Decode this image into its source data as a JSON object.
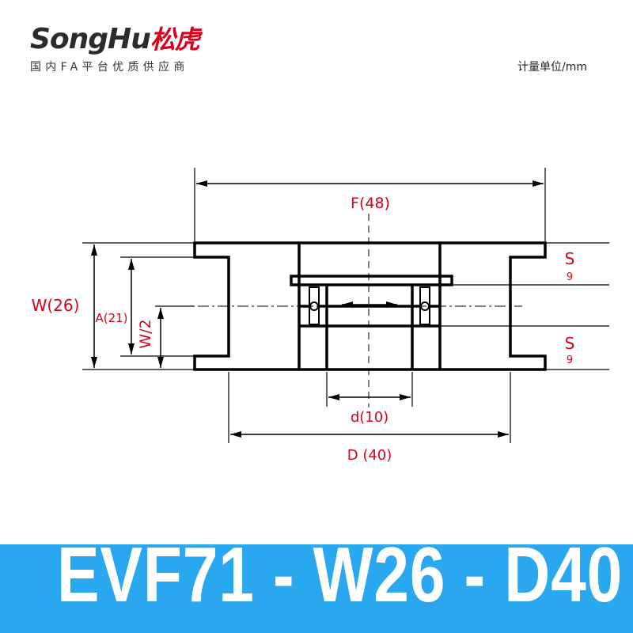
{
  "brand": {
    "logo_latin": "SongHu",
    "logo_cjk": "松虎",
    "tagline": "国内FA平台优质供应商"
  },
  "unit_note": "计量单位/mm",
  "dimensions": {
    "F": "F(48)",
    "W": "W(26)",
    "A": "A(21)",
    "W_half": "W/2",
    "S_top_letter": "S",
    "S_top_value": "9",
    "S_bottom_letter": "S",
    "S_bottom_value": "9",
    "d": "d(10)",
    "D": "D (40)"
  },
  "colors": {
    "label": "#d9001b",
    "line": "#000000",
    "banner": "#2aa8ef"
  },
  "banner": {
    "model": "EVF71 - W26 - D40"
  }
}
